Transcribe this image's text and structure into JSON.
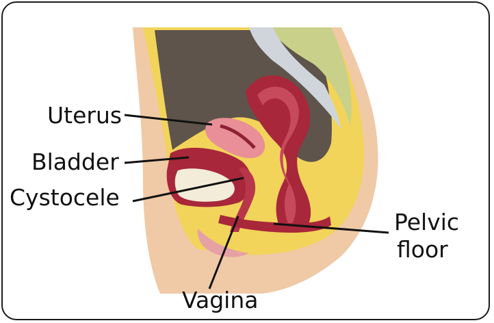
{
  "labels": {
    "uterus": "Uterus",
    "bladder": "Bladder",
    "cystocele": "Cystocele",
    "pelvic_line1": "Pelvic",
    "pelvic_line2": "floor",
    "vagina": "Vagina"
  },
  "colors": {
    "skin": "#f0c9a6",
    "fat": "#f2d45a",
    "cavity": "#5e544b",
    "muscle": "#a8273a",
    "uterus": "#e88f97",
    "bladder_fluid": "#f2ecd9",
    "spine": "#c9d08a",
    "outline": "#1a1a1a"
  }
}
